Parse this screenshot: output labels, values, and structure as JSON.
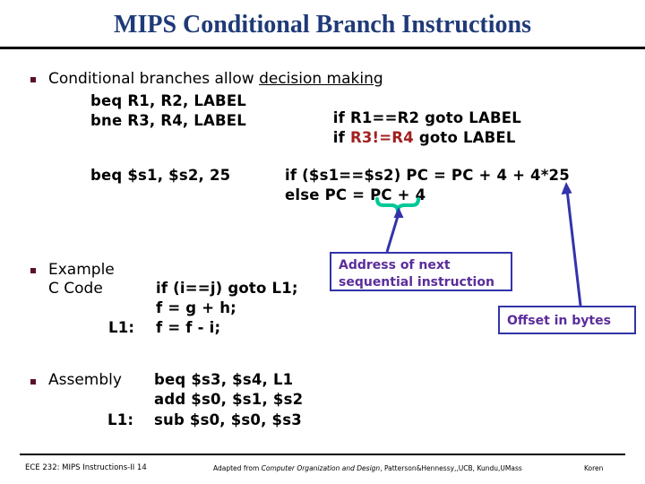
{
  "slide": {
    "title": "MIPS Conditional Branch Instructions",
    "title_color": "#1F3A78",
    "bullet_color": "#5C1026",
    "accent_red": "#A32020",
    "callout_border": "#3333AA",
    "callout_text_color": "#5B2D9B",
    "brace_color": "#00C896",
    "arrow_color": "#3333AA"
  },
  "bullets": [
    {
      "label": "Conditional branches allow ",
      "emphasis": "decision making"
    },
    {
      "label": "Example",
      "label2": "C Code"
    },
    {
      "label": "Assembly"
    }
  ],
  "branch_table": {
    "rows": [
      {
        "instruction": "beq R1, R2, LABEL",
        "meaning_pre": "if ",
        "meaning_cond": "R1==R2",
        "meaning_post": " goto LABEL",
        "cond_red": false
      },
      {
        "instruction": "bne R3, R4, LABEL",
        "meaning_pre": "if ",
        "meaning_cond": "R3!=R4",
        "meaning_post": " goto LABEL",
        "cond_red": true
      }
    ]
  },
  "example_branch": {
    "instruction": "beq $s1, $s2, 25",
    "meaning_line1": "if ($s1==$s2) PC = PC + 4 + 4*25",
    "meaning_line2": "else PC = PC + 4"
  },
  "callouts": [
    {
      "id": "address-of-next",
      "line1": "Address of next",
      "line2": "sequential instruction"
    },
    {
      "id": "offset-in-bytes",
      "line1": "Offset in bytes"
    }
  ],
  "c_code": {
    "lines": [
      {
        "label": "",
        "text": "if (i==j) goto L1;"
      },
      {
        "label": "",
        "text": "f = g + h;"
      },
      {
        "label": "L1:",
        "text": "f = f - i;"
      }
    ]
  },
  "assembly_code": {
    "lines": [
      {
        "label": "",
        "text": "beq $s3, $s4, L1"
      },
      {
        "label": "",
        "text": "add $s0, $s1, $s2"
      },
      {
        "label": "L1:",
        "text": "sub $s0, $s0, $s3"
      }
    ]
  },
  "footer": {
    "left": "ECE 232: MIPS Instructions-II  14",
    "credit_pre": "Adapted from ",
    "credit_book": "Computer Organization and Design",
    "credit_post": ", Patterson&Hennessy,,UCB, Kundu,UMass",
    "right": "Koren"
  }
}
